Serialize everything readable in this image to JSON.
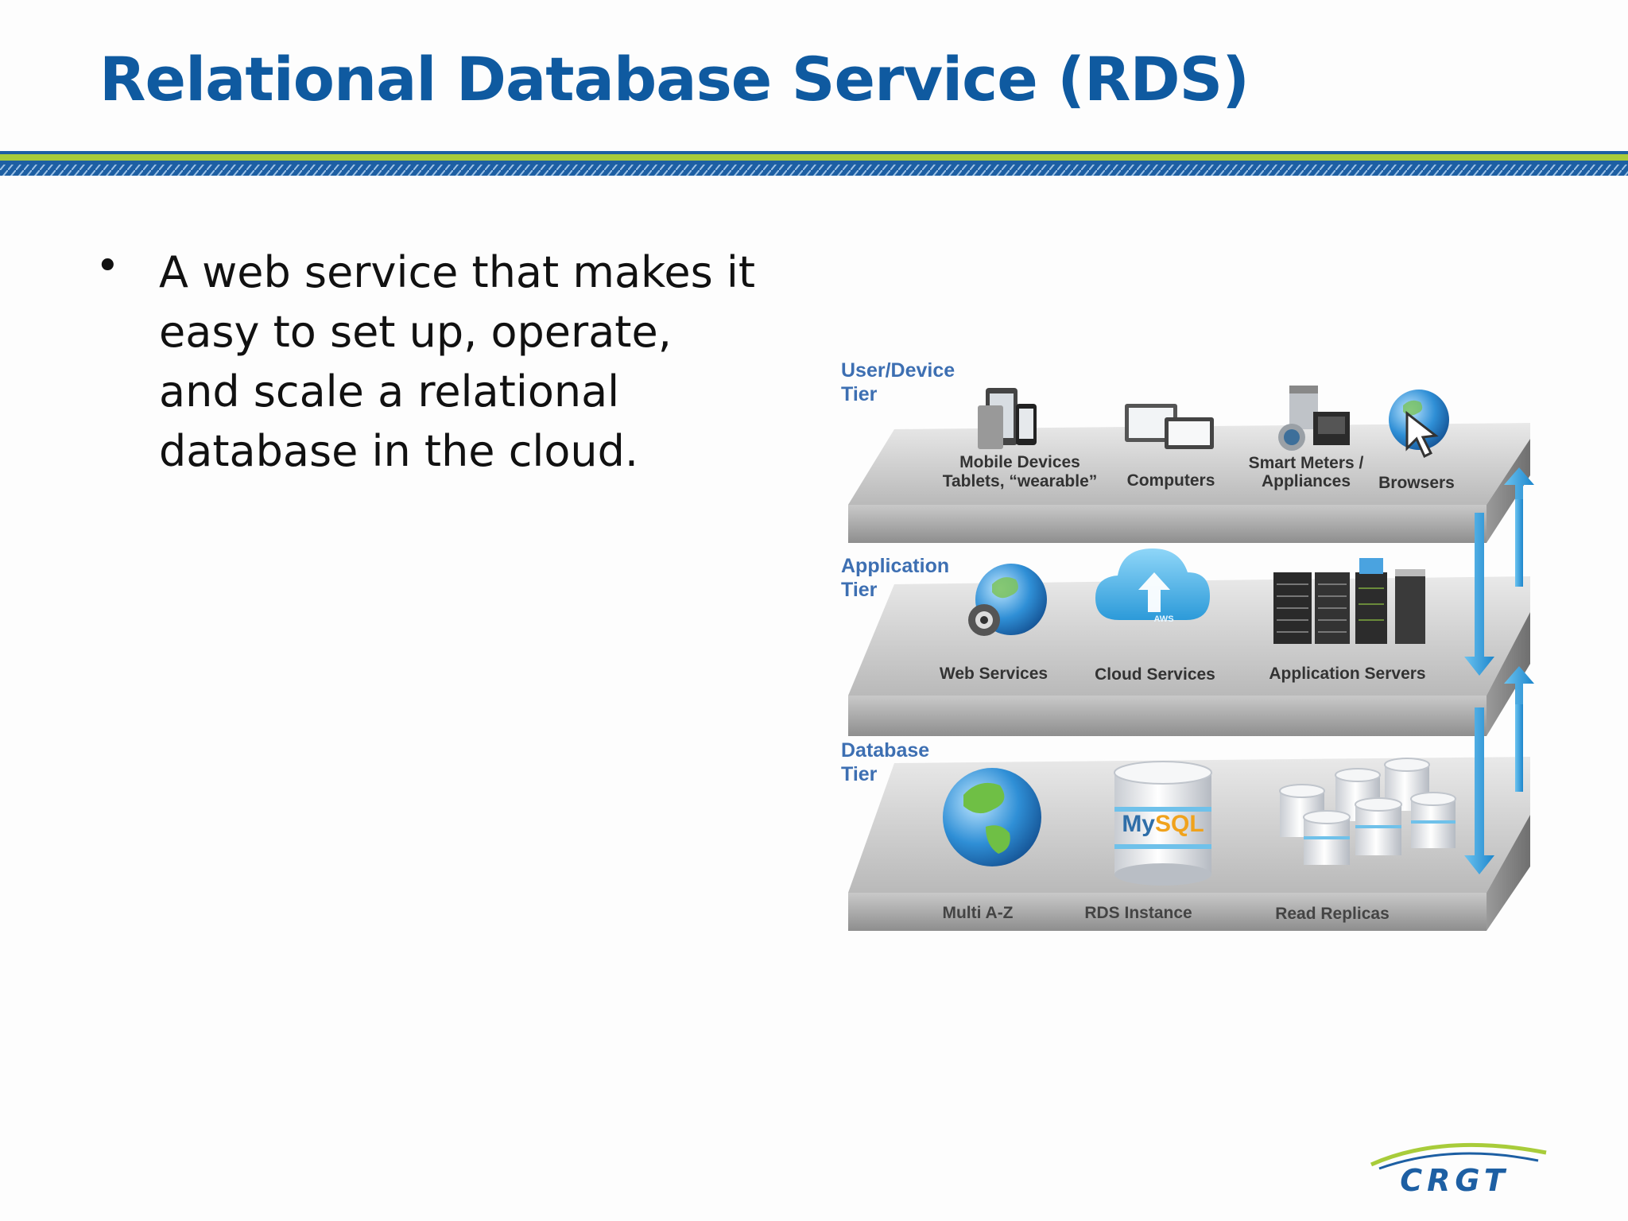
{
  "slide": {
    "title": "Relational Database Service (RDS)",
    "bullet": "A web service that makes it easy to set up, operate, and scale a relational database in the cloud."
  },
  "colors": {
    "title": "#0f5aa0",
    "band_blue": "#1d5fa3",
    "band_green": "#a8cc3a",
    "tier_label": "#3d6fb2",
    "arrow": "#2b9ad8"
  },
  "diagram": {
    "tiers": [
      {
        "label_line1": "User/Device",
        "label_line2": "Tier"
      },
      {
        "label_line1": "Application",
        "label_line2": "Tier"
      },
      {
        "label_line1": "Database",
        "label_line2": "Tier"
      }
    ],
    "user_items": {
      "mobile_line1": "Mobile Devices",
      "mobile_line2": "Tablets, “wearable”",
      "computers": "Computers",
      "meters_line1": "Smart Meters /",
      "meters_line2": "Appliances",
      "browsers": "Browsers"
    },
    "app_items": {
      "web": "Web Services",
      "cloud": "Cloud Services",
      "cloud_icon_text": "AWS",
      "servers": "Application Servers"
    },
    "db_items": {
      "multi": "Multi A-Z",
      "rds": "RDS Instance",
      "replicas": "Read Replicas",
      "mysql_logo_a": "My",
      "mysql_logo_b": "SQL"
    }
  },
  "logo": {
    "text": "CRGT"
  }
}
